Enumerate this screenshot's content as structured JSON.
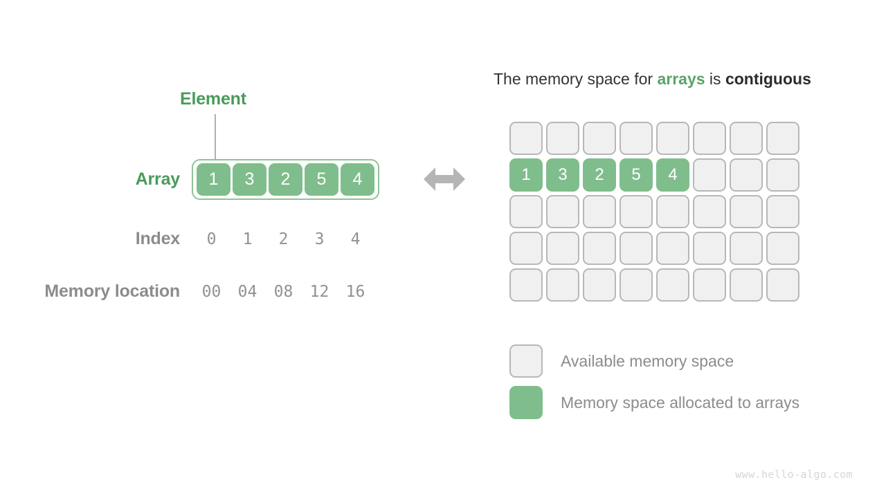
{
  "left_panel": {
    "element_label": "Element",
    "row_labels": {
      "array": "Array",
      "index": "Index",
      "memory_location": "Memory location"
    },
    "array_values": [
      "1",
      "3",
      "2",
      "5",
      "4"
    ],
    "index_values": [
      "0",
      "1",
      "2",
      "3",
      "4"
    ],
    "memory_location_values": [
      "00",
      "04",
      "08",
      "12",
      "16"
    ]
  },
  "arrow": {
    "icon": "double-headed-horizontal-arrow",
    "color": "#b5b5b5"
  },
  "right_panel": {
    "title": {
      "part1": "The memory space for ",
      "accent": "arrays",
      "part2": " is ",
      "strong": "contiguous",
      "full_text": "The memory space for arrays is contiguous"
    },
    "grid": {
      "columns": 8,
      "rows": 5,
      "filled_row_index": 1,
      "filled_values": [
        "1",
        "3",
        "2",
        "5",
        "4"
      ]
    },
    "legend": [
      {
        "swatch": "available",
        "label": "Available memory space"
      },
      {
        "swatch": "allocated",
        "label": "Memory space allocated to arrays"
      }
    ]
  },
  "colors": {
    "green_fill": "#80bd8c",
    "green_text": "#4a9a5b",
    "green_accent": "#5ba368",
    "gray_text": "#8c8c8c",
    "cell_empty_fill": "#f0f0f0",
    "cell_empty_border": "#b7b7b7",
    "arrow": "#b5b5b5"
  },
  "watermark": "www.hello-algo.com"
}
